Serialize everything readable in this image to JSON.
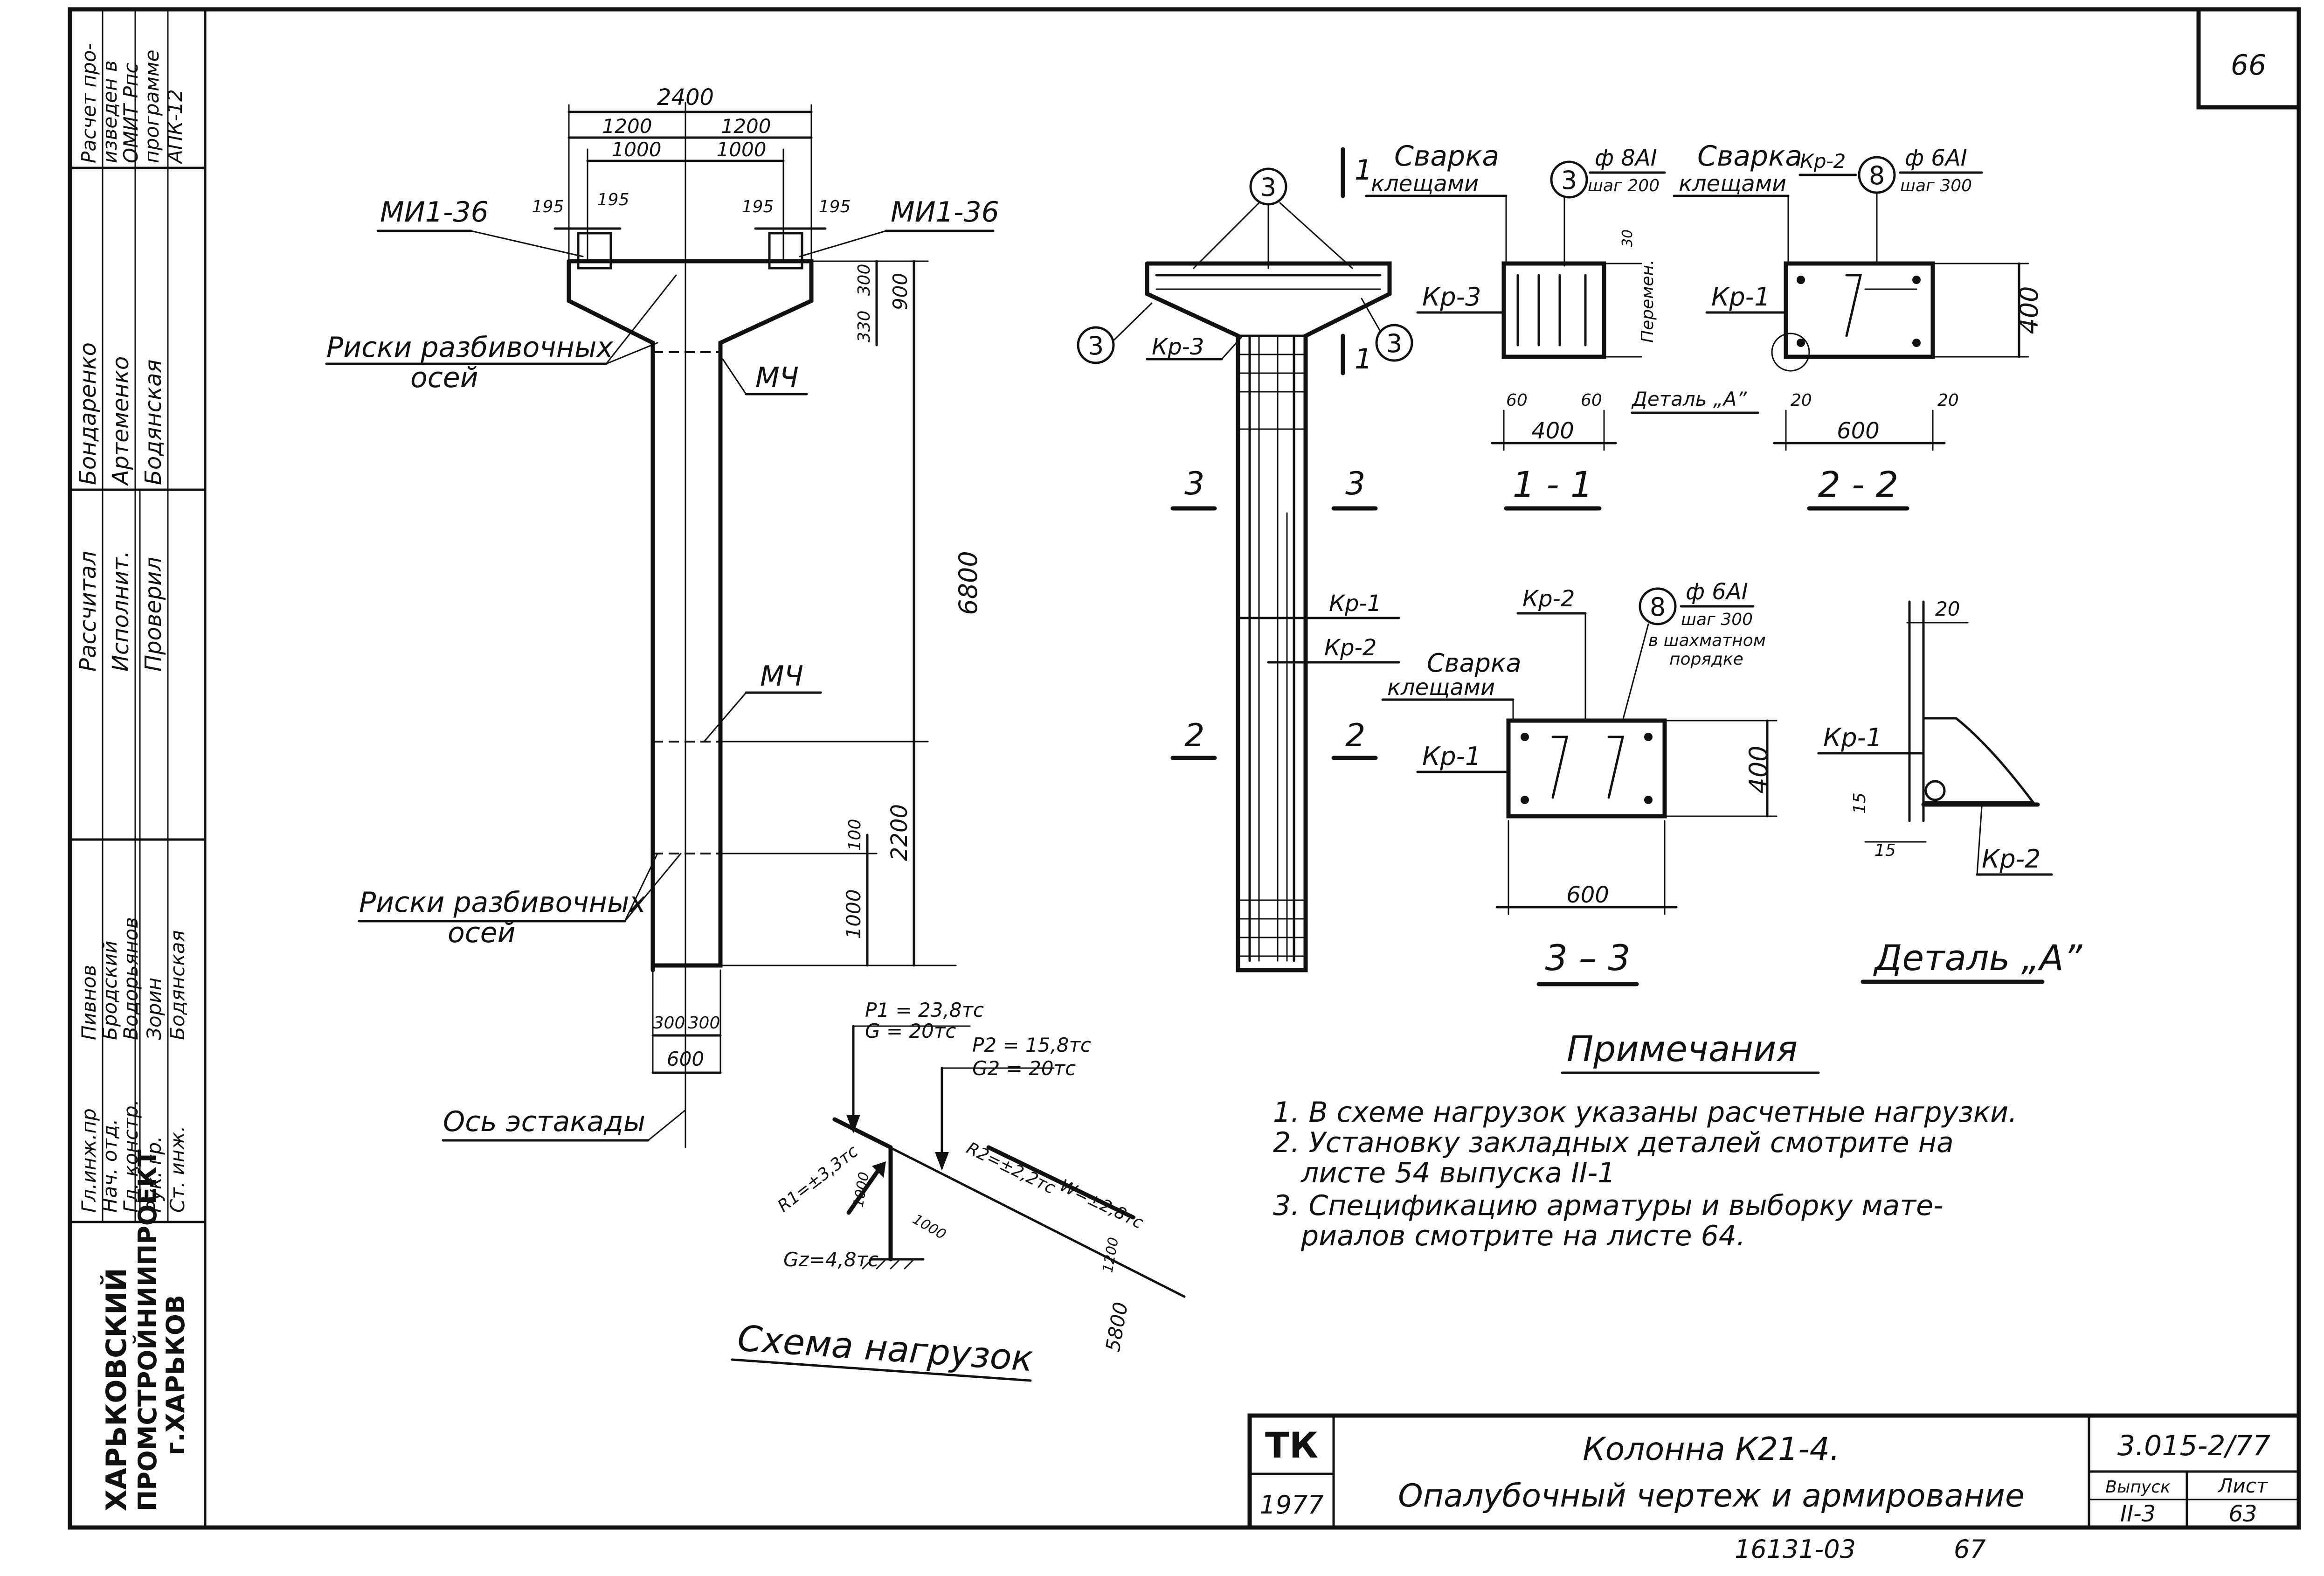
{
  "sheet_number_top": "66",
  "stamp": {
    "calc_note": [
      "Расчет про-",
      "изведен в",
      "ОМИТ Рпс",
      "программе",
      "АПК-12"
    ],
    "rows": [
      {
        "role": "Гл.инж.пр",
        "name": "Пивнов"
      },
      {
        "role": "Нач. отд.",
        "name": "Бродский"
      },
      {
        "role": "Гл. констр.",
        "name": "Водорьянов"
      },
      {
        "role": "Рук. гр.",
        "name": "Зорин"
      },
      {
        "role": "Ст. инж.",
        "name": "Бодянская"
      }
    ],
    "rows2": [
      {
        "role": "Рассчитал",
        "name": "Бондаренко"
      },
      {
        "role": "Исполнит.",
        "name": "Артеменко"
      },
      {
        "role": "Проверил",
        "name": "Бодянская"
      }
    ],
    "org": [
      "ХАРЬКОВСКИЙ",
      "ПРОМСТРОЙНИИПРОЕКТ",
      "г.ХАРЬКОВ"
    ]
  },
  "column": {
    "dim_total": "2400",
    "dim_halves": [
      "1200",
      "1200"
    ],
    "dim_inner": [
      "1000",
      "1000"
    ],
    "dim_edge": [
      "195",
      "195",
      "195",
      "195"
    ],
    "mi_left": "МИ1-36",
    "mi_right": "МИ1-36",
    "mark_tag": "МЧ",
    "riski": [
      "Риски разбивочных",
      "осей"
    ],
    "dims_head": [
      "330",
      "300",
      "900"
    ],
    "dim_height": "6800",
    "dim_2200": "2200",
    "dim_100": "100",
    "dim_1000": "1000",
    "dim_base": [
      "300",
      "300",
      "600"
    ],
    "axis_label": "Ось эстакады"
  },
  "loads": {
    "p1": "P1 = 23,8тс",
    "g1": "G = 20тс",
    "p2": "P2 = 15,8тс",
    "g2": "G2 = 20тс",
    "r1": "R1=±3,3тс",
    "r2": "R2=±2,2тс",
    "w": "W=±2,8тс",
    "gz": "Gz=4,8тс",
    "d1000a": "1000",
    "d1000b": "1000",
    "d1200": "1200",
    "d5800": "5800",
    "title": "Схема нагрузок"
  },
  "reinf": {
    "cut_mark": "1",
    "circle3": "3",
    "circle8": "8",
    "kp1": "Кр-1",
    "kp2": "Кр-2",
    "kp3": "Кр-3",
    "svarka": [
      "Сварка",
      "клещами"
    ],
    "phi8": "ф 8АI",
    "shag200": "шаг 200",
    "phi6": "ф 6АI",
    "shag300": "шаг 300",
    "chess": [
      "в шахматном",
      "порядке"
    ],
    "sec_3": "3",
    "sec_2": "2",
    "peremen": "Перемен.",
    "detail_ref": "Деталь „А”",
    "d400": "400",
    "d600": "600",
    "d60": "60",
    "d30": "30",
    "d20": "20",
    "d15": "15",
    "sec11": "1 - 1",
    "sec22": "2 - 2",
    "sec33": "3 – 3",
    "detail_title": "Деталь „А”"
  },
  "notes": {
    "title": "Примечания",
    "items": [
      "1. В схеме нагрузок указаны расчетные нагрузки.",
      "2. Установку закладных деталей смотрите на",
      "листе 54 выпуска II-1",
      "3. Спецификацию арматуры и выборку мате-",
      "риалов смотрите на листе 64."
    ]
  },
  "title_block": {
    "logo": "ТК",
    "year": "1977",
    "line1": "Колонна К21-4.",
    "line2": "Опалубочный чертеж и армирование",
    "code": "3.015-2/77",
    "vypusk_label": "Выпуск",
    "vypusk_value": "II-3",
    "list_label": "Лист",
    "list_value": "63"
  },
  "footer_code": "16131-03",
  "footer_page": "67"
}
